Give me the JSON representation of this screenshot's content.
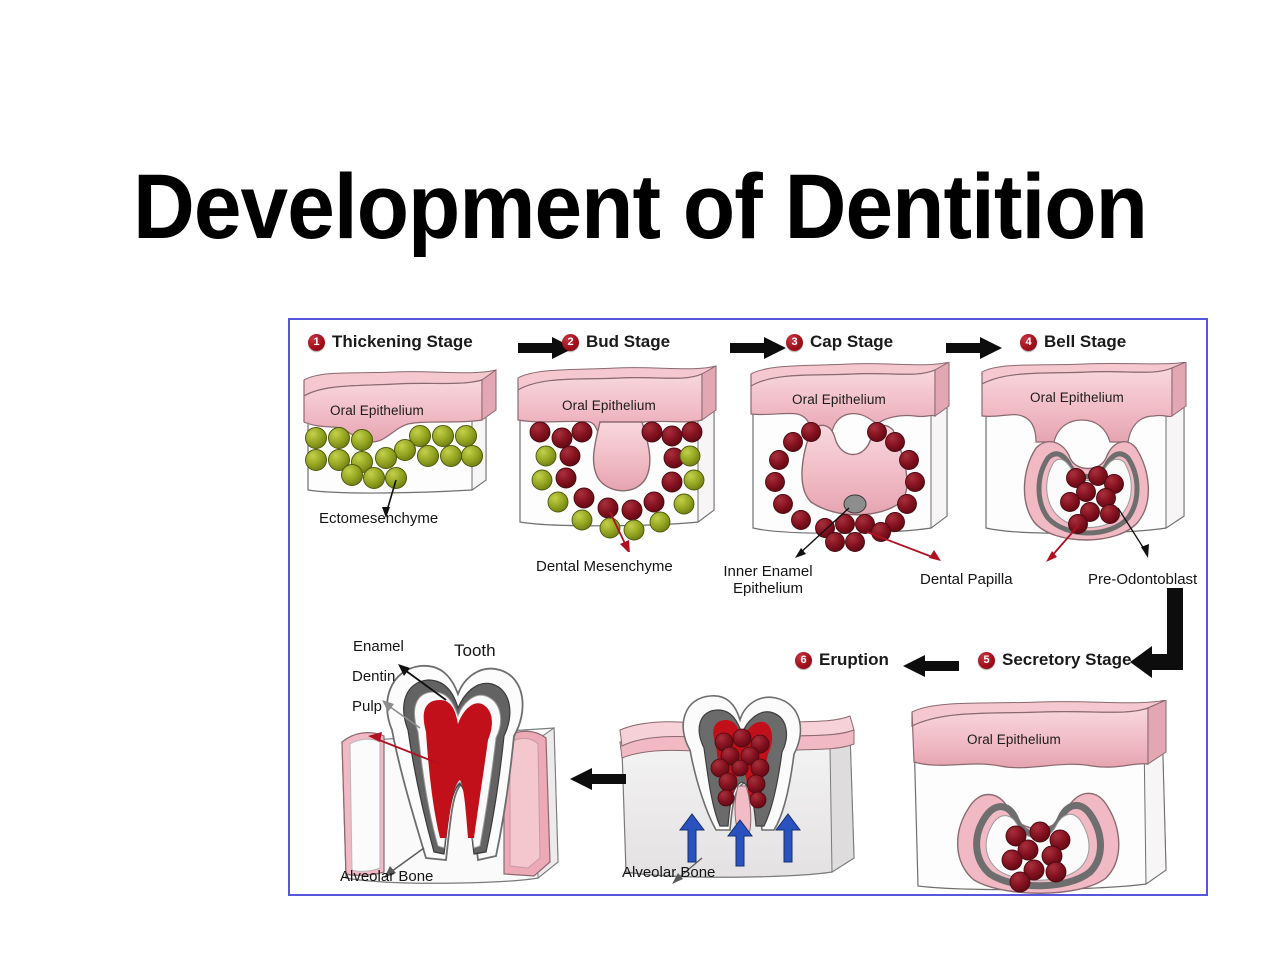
{
  "slide": {
    "title": "Development of Dentition",
    "background_color": "#ffffff",
    "figure_border_color": "#5757dd"
  },
  "figure": {
    "caption_text_color": "#141414",
    "badge_color": "#a2101c",
    "epithelium_color": "#f3c0c8",
    "ectomesenchyme_cell_color": "#9aab22",
    "dental_mesenchyme_cell_color": "#8e1220",
    "bone_color": "#eceaea",
    "pulp_color": "#c8121a",
    "dentin_color": "#6e6e6e",
    "eruption_arrow_color": "#2a52be",
    "stages": [
      {
        "number": "1",
        "label": "Thickening Stage"
      },
      {
        "number": "2",
        "label": "Bud Stage"
      },
      {
        "number": "3",
        "label": "Cap Stage"
      },
      {
        "number": "4",
        "label": "Bell Stage"
      },
      {
        "number": "5",
        "label": "Secretory Stage"
      },
      {
        "number": "6",
        "label": "Eruption"
      }
    ],
    "panel_labels": {
      "oral_epithelium": "Oral Epithelium",
      "ectomesenchyme": "Ectomesenchyme",
      "dental_mesenchyme": "Dental Mesenchyme",
      "inner_enamel_epithelium": "Inner Enamel Epithelium",
      "dental_papilla": "Dental Papilla",
      "pre_odontoblast": "Pre-Odontoblast",
      "enamel": "Enamel",
      "dentin": "Dentin",
      "pulp": "Pulp",
      "tooth": "Tooth",
      "alveolar_bone": "Alveolar Bone"
    },
    "arrow_icons": {
      "right": "arrow-right-icon",
      "left": "arrow-left-icon",
      "corner": "arrow-corner-down-left-icon"
    }
  }
}
